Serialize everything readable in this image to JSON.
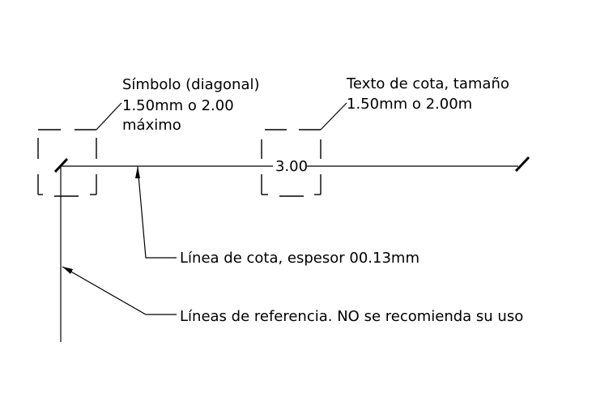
{
  "annotations": {
    "symbol": {
      "line1": "Símbolo (diagonal)",
      "line2": "1.50mm o 2.00",
      "line3": "máximo"
    },
    "text_size": {
      "line1": "Texto de cota, tamaño",
      "line2": "1.50mm o 2.00m"
    },
    "dimension_line": "Línea de cota, espesor 00.13mm",
    "extension_lines": "Líneas de referencia. NO se recomienda su uso"
  },
  "dimension_value": "3.00"
}
